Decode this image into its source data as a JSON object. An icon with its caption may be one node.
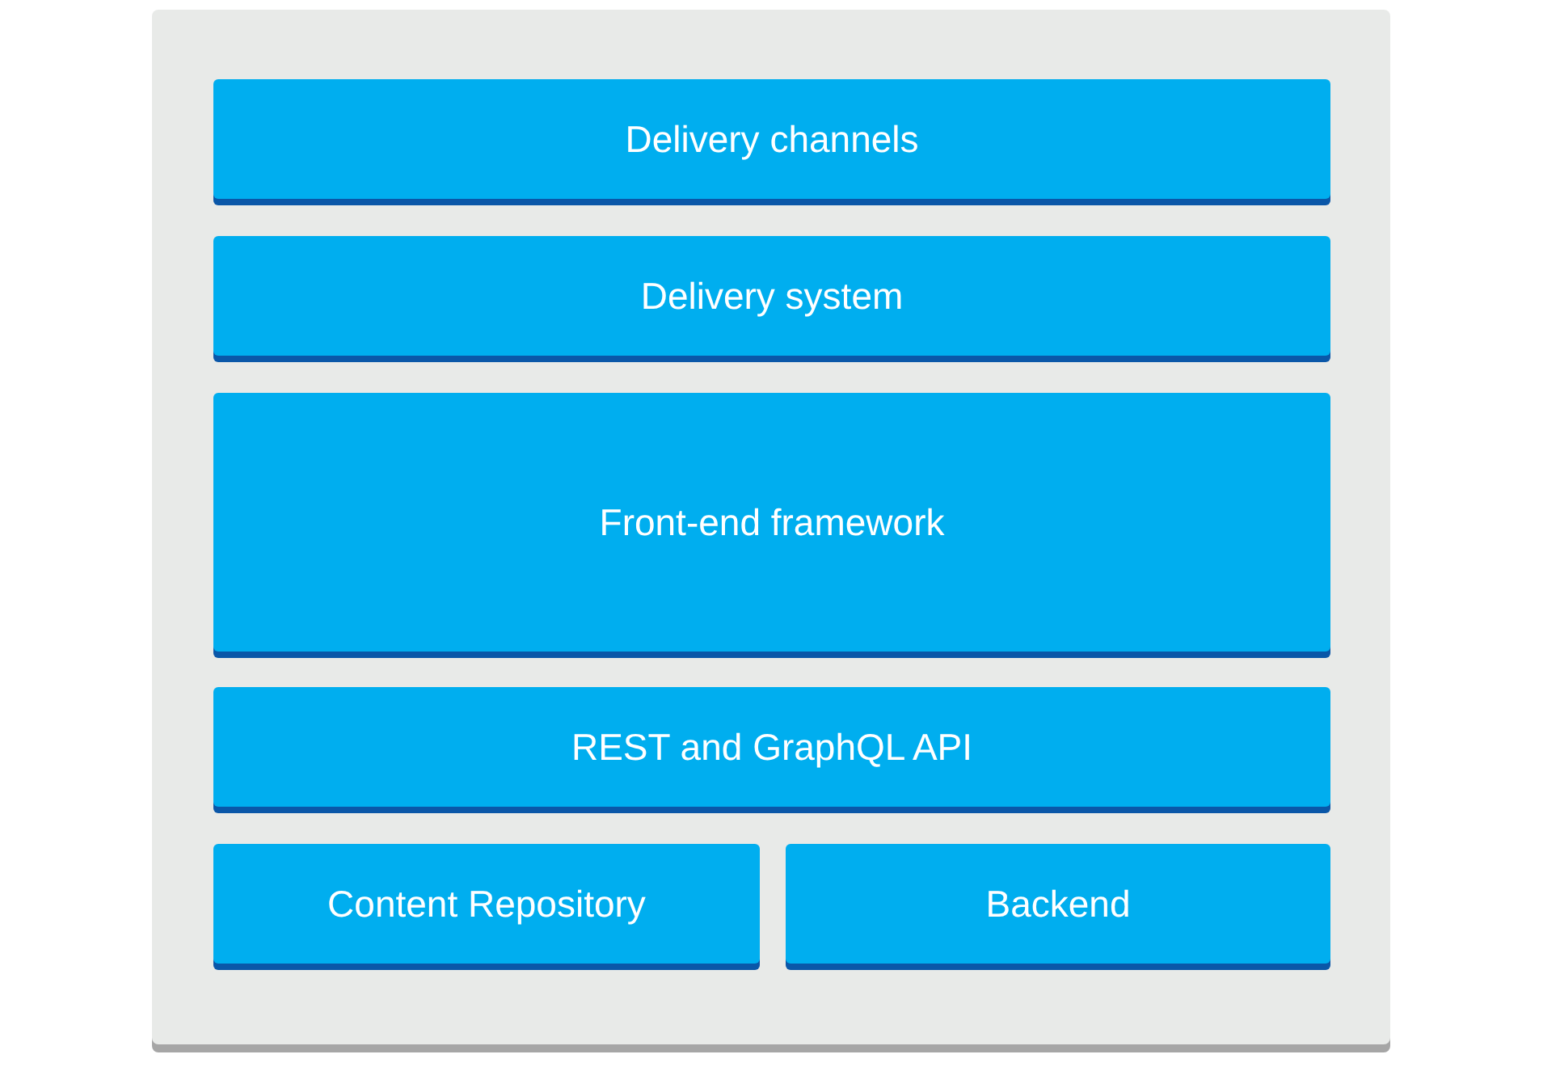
{
  "diagram": {
    "nodes": [
      {
        "text": [],
        "shape": "box"
      },
      {
        "text": [
          "Delivery channels"
        ],
        "in": 0
      },
      {
        "text": [
          "Delivery system"
        ],
        "in": 0
      },
      {
        "text": [
          "Front-end framework"
        ],
        "in": 0
      },
      {
        "text": [
          "REST and GraphQL API"
        ],
        "in": 0
      },
      {
        "text": [
          "Content Repository"
        ],
        "in": 0
      },
      {
        "text": [
          "Backend"
        ],
        "in": 0
      }
    ]
  }
}
